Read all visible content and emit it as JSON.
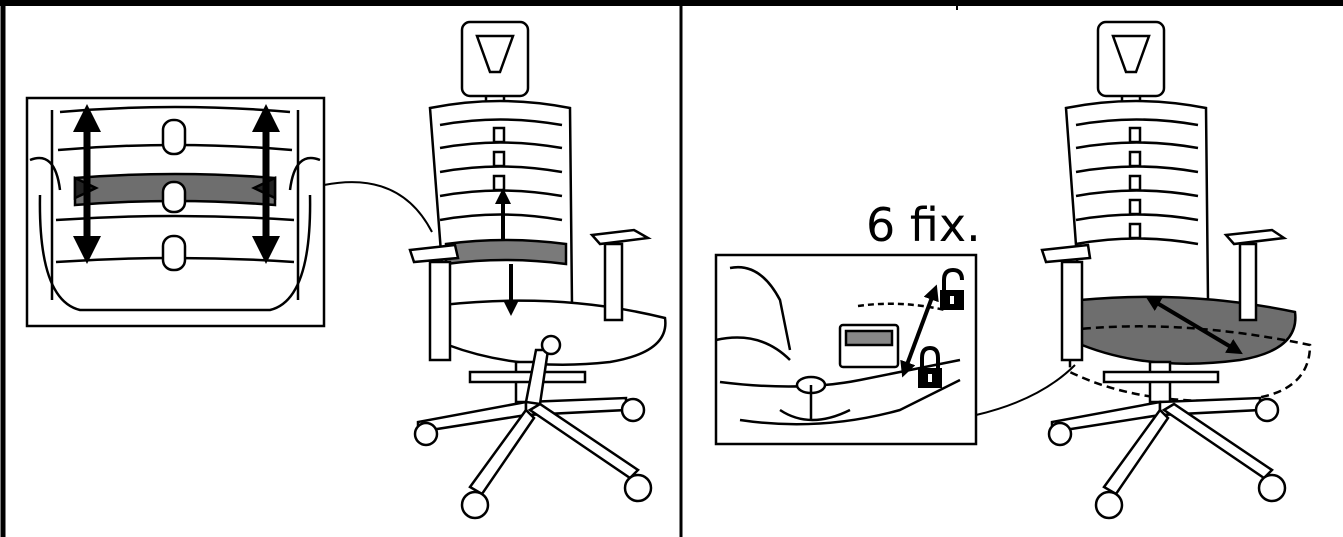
{
  "figure": {
    "left_panel": {
      "icons": [
        "lumbar-support-up-down-arrows",
        "adjustment-inset"
      ]
    },
    "right_panel": {
      "label": "6 fix.",
      "icons": [
        "unlock-icon",
        "lock-icon",
        "seat-depth-arrow"
      ]
    },
    "colors": {
      "line": "#000000",
      "fill_dark": "#7a7a7a",
      "background": "#ffffff"
    }
  }
}
